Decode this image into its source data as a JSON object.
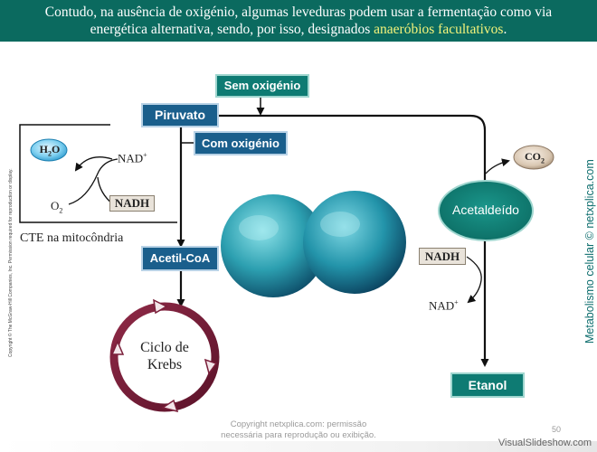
{
  "header": {
    "line1": "Contudo, na ausência de oxigénio, algumas leveduras podem usar a fermentação como via",
    "line2_prefix": "energética alternativa, sendo, por isso, designados ",
    "line2_highlight": "anaeróbios facultativos",
    "line2_suffix": "."
  },
  "diagram": {
    "sem_oxigenio": "Sem oxigénio",
    "piruvato": "Piruvato",
    "com_oxigenio": "Com oxigénio",
    "acetil_coa": "Acetil-CoA",
    "ciclo_line1": "Ciclo de",
    "ciclo_line2": "Krebs",
    "acetaldeido": "Acetaldeído",
    "etanol": "Etanol",
    "cte_label": "CTE na mitocôndria",
    "h2o": "H2O",
    "o2": "O2",
    "nadplus_left": "NAD+",
    "nadh_left": "NADH",
    "nadh_right": "NADH",
    "nadplus_right": "NAD+",
    "co2": "CO2"
  },
  "sidebar_vertical": "Metabolismo celular © netxplica.com",
  "copyright_left": "Copyright © The McGraw-Hill Companies, Inc. Permission required for reproduction or display.",
  "footer": {
    "note_line1": "Copyright netxplica.com: permissão",
    "note_line2": "necessária para reprodução ou exibição.",
    "page_number": "50",
    "watermark": "VisualSlideshow.com"
  },
  "colors": {
    "header_bg": "#0b6a5f",
    "highlight": "#f3f37a",
    "teal_box": "#0e7b73",
    "navy_box": "#1a5f8c",
    "krebs_ring": "#7a1f3a"
  }
}
